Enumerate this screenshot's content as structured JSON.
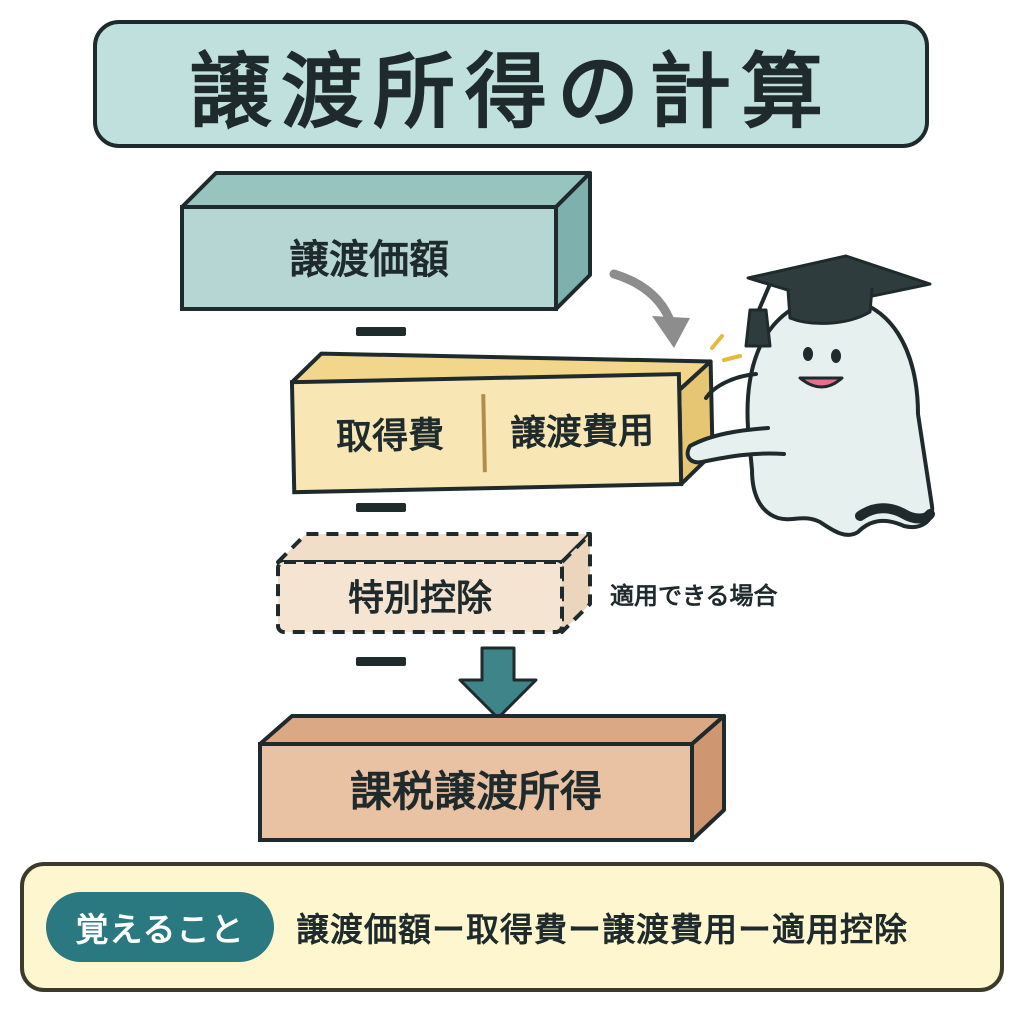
{
  "title": "譲渡所得の計算",
  "blocks": {
    "sale_price": "譲渡価額",
    "acquisition_cost": "取得費",
    "transfer_expense": "譲渡費用",
    "special_deduction": "特別控除",
    "taxable_income": "課税譲渡所得"
  },
  "operators": {
    "minus": "ー"
  },
  "note": "適用できる場合",
  "memo": {
    "badge": "覚えること",
    "formula": "譲渡価額ー取得費ー譲渡費用ー適用控除"
  },
  "colors": {
    "title_bg": "#bfe0dc",
    "sale_price_bg": "#b5d6d3",
    "cost_bg": "#f8e7b4",
    "deduction_bg": "#f6e4d2",
    "taxable_bg": "#e9c2a4",
    "memo_bg": "#fdf6cf",
    "badge_bg": "#2a7880",
    "arrow": "#3e8489"
  }
}
